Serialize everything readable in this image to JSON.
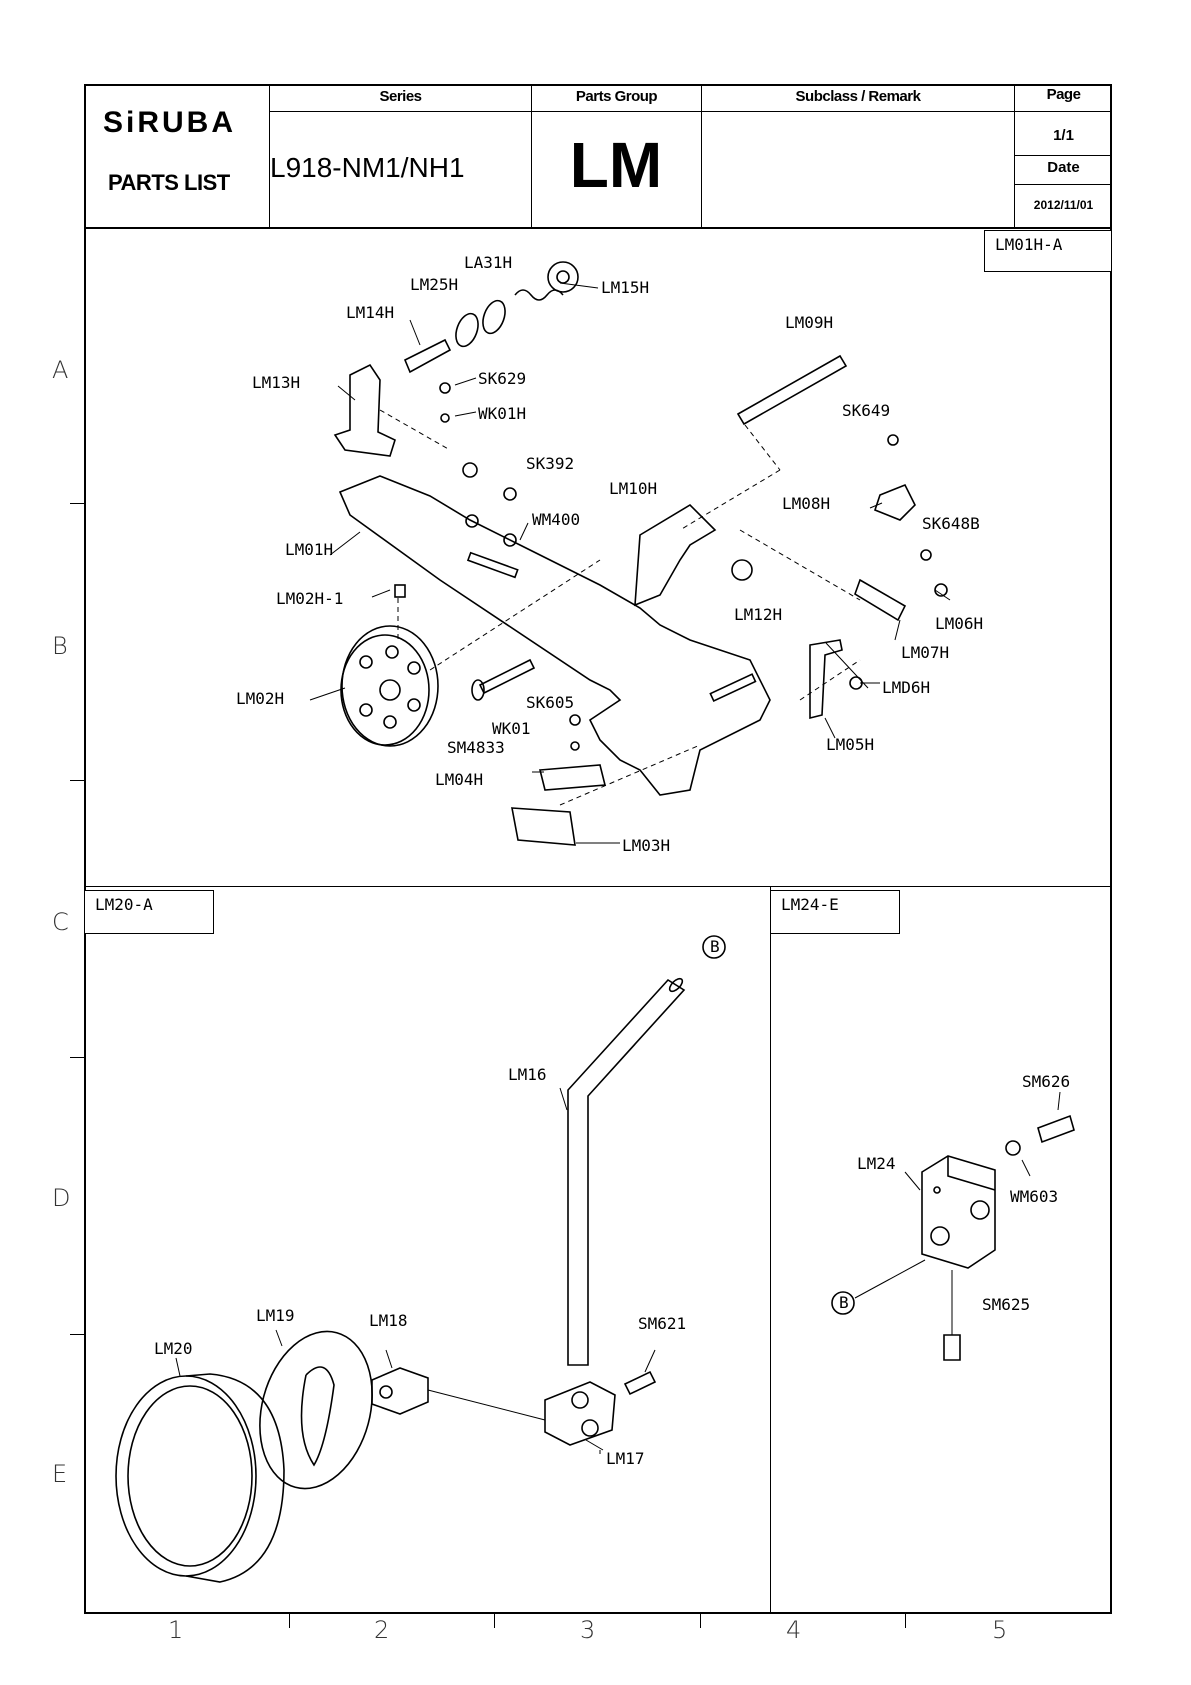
{
  "header": {
    "brand": "SiRUBA",
    "doc_type": "PARTS LIST",
    "series_label": "Series",
    "series_value": "L918-NM1/NH1",
    "group_label": "Parts Group",
    "group_value": "LM",
    "subclass_label": "Subclass / Remark",
    "page_label": "Page",
    "page_value": "1/1",
    "date_label": "Date",
    "date_value": "2012/11/01"
  },
  "rows": [
    "A",
    "B",
    "C",
    "D",
    "E"
  ],
  "columns": [
    "1",
    "2",
    "3",
    "4",
    "5"
  ],
  "sections": {
    "top": "LM01H-A",
    "bottom_left": "LM20-A",
    "bottom_right": "LM24-E"
  },
  "parts_top": {
    "la31h": "LA31H",
    "lm25h": "LM25H",
    "lm15h": "LM15H",
    "lm14h": "LM14H",
    "lm09h": "LM09H",
    "lm13h": "LM13H",
    "sk629": "SK629",
    "wk01h": "WK01H",
    "sk649": "SK649",
    "sk392": "SK392",
    "lm10h": "LM10H",
    "lm08h": "LM08H",
    "wm400": "WM400",
    "sk648b": "SK648B",
    "lm01h": "LM01H",
    "lm02h1": "LM02H-1",
    "lm12h": "LM12H",
    "lm06h_a": "LM06H",
    "lm07h": "LM07H",
    "lm02h": "LM02H",
    "sk605": "SK605",
    "lm06h_b": "LMD6H",
    "wk01": "WK01",
    "sm4833": "SM4833",
    "lm05h": "LM05H",
    "lm04h": "LM04H",
    "lm03h": "LM03H"
  },
  "parts_bl": {
    "b": "B",
    "lm16": "LM16",
    "lm19": "LM19",
    "lm18": "LM18",
    "lm20": "LM20",
    "sm621": "SM621",
    "lm17": "LM17"
  },
  "parts_br": {
    "sm626": "SM626",
    "lm24": "LM24",
    "wm603": "WM603",
    "b": "B",
    "sm625": "SM625"
  }
}
